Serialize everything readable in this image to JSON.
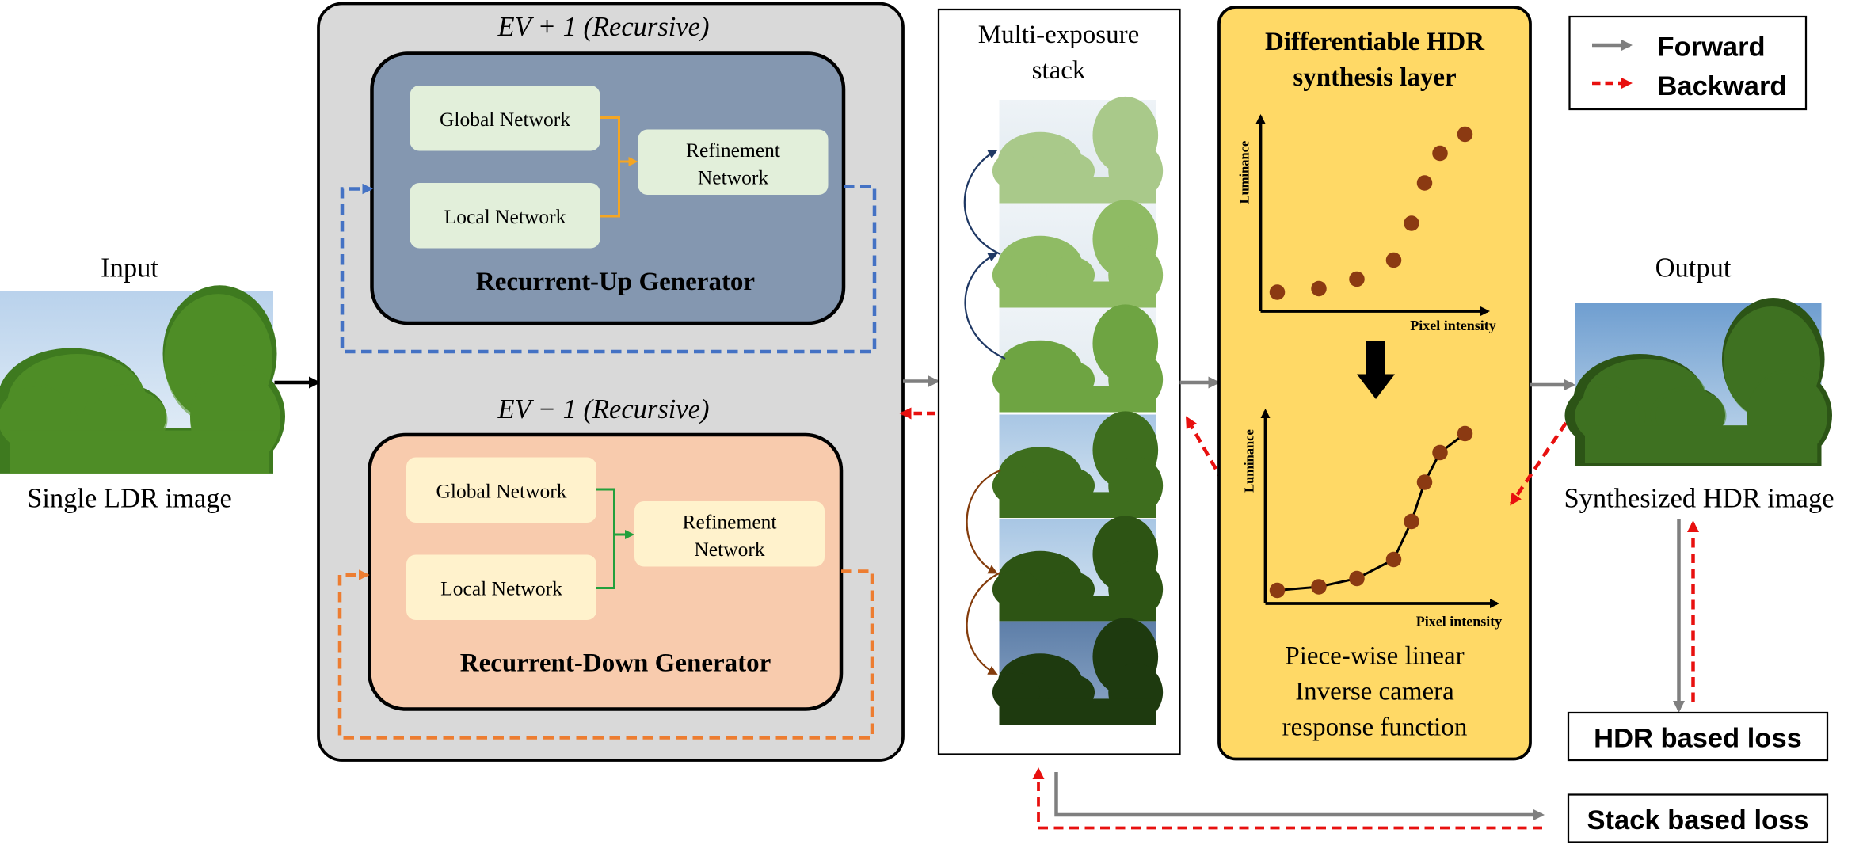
{
  "input": {
    "title": "Input",
    "caption": "Single LDR image"
  },
  "output": {
    "title": "Output",
    "caption": "Synthesized HDR image"
  },
  "up_block": {
    "header": "EV + 1 (Recursive)",
    "global": "Global Network",
    "local": "Local Network",
    "refine": [
      "Refinement",
      "Network"
    ],
    "label": "Recurrent-Up Generator",
    "color": "#8497b0",
    "loop_color": "#4472c4",
    "connector_color": "#f5a623"
  },
  "down_block": {
    "header": "EV − 1 (Recursive)",
    "global": "Global Network",
    "local": "Local Network",
    "refine": [
      "Refinement",
      "Network"
    ],
    "label": "Recurrent-Down Generator",
    "color": "#f8cbad",
    "loop_color": "#ed7d31",
    "connector_color": "#22a03c"
  },
  "stack": {
    "title": [
      "Multi-exposure",
      "stack"
    ]
  },
  "hdr_layer": {
    "title": [
      "Differentiable HDR",
      "synthesis layer"
    ],
    "y_label": "Luminance",
    "x_label": "Pixel intensity",
    "caption": [
      "Piece-wise linear",
      "Inverse camera",
      "response function"
    ],
    "color": "#ffd966",
    "point_color": "#8b3a12"
  },
  "legend": {
    "forward": "Forward",
    "backward": "Backward"
  },
  "losses": {
    "hdr": "HDR based loss",
    "stack": "Stack based loss"
  },
  "colors": {
    "forward": "#7f7f7f",
    "backward": "#e8100f"
  }
}
